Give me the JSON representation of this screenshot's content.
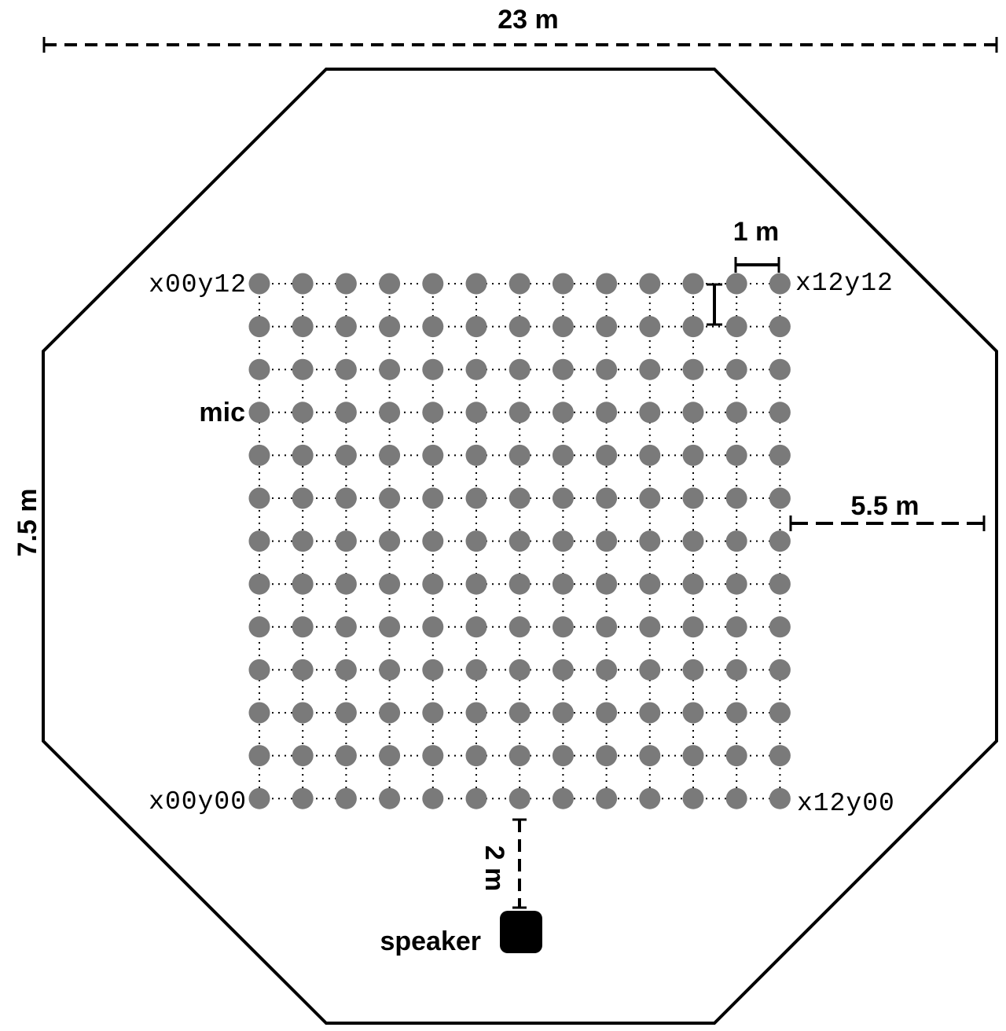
{
  "diagram": {
    "dimensions": {
      "width": "23 m",
      "height": "7.5 m",
      "spacing": "1 m",
      "side_gap": "5.5 m",
      "speaker_distance": "2 m"
    },
    "labels": {
      "mic": "mic",
      "speaker": "speaker"
    },
    "corners": {
      "top_left": "x00y12",
      "top_right": "x12y12",
      "bottom_left": "x00y00",
      "bottom_right": "x12y00"
    },
    "grid": {
      "columns": 13,
      "rows": 13
    },
    "colors": {
      "mic": "#7a7a7a",
      "outline": "#000000",
      "speaker": "#000000"
    }
  }
}
